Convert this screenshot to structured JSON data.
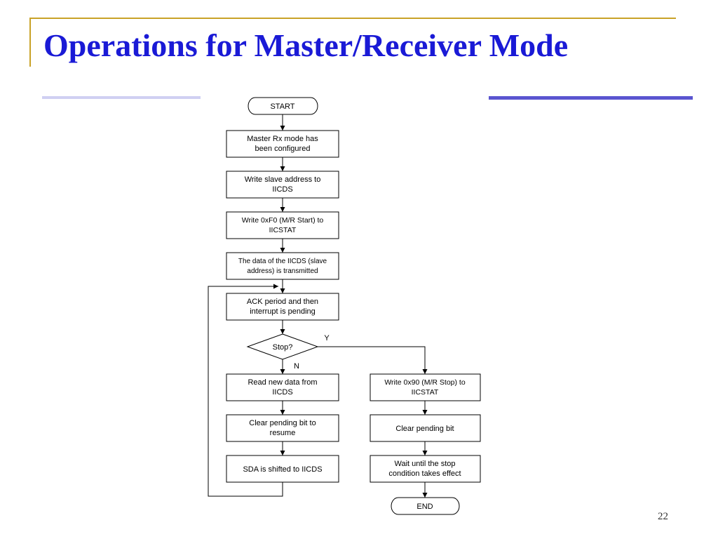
{
  "slide": {
    "title": "Operations for Master/Receiver Mode",
    "number": "22",
    "colors": {
      "title": "#1a1ad6",
      "frame": "#c9a227",
      "rule_light": "#d0d0f2",
      "rule_dark": "#5a55d0"
    }
  },
  "flowchart": {
    "start": "START",
    "end": "END",
    "steps": {
      "configured": [
        "Master Rx mode has",
        "been configured"
      ],
      "write_addr": [
        "Write slave address to",
        "IICDS"
      ],
      "write_f0": [
        "Write 0xF0 (M/R Start) to",
        "IICSTAT"
      ],
      "transmitted": [
        "The data of the IICDS (slave",
        "address) is transmitted"
      ],
      "ack": [
        "ACK period and then",
        "interrupt is pending"
      ],
      "read": [
        "Read new data from",
        "IICDS"
      ],
      "clear_resume": [
        "Clear pending bit to",
        "resume"
      ],
      "sda": [
        "SDA is shifted to IICDS"
      ],
      "write_90": [
        "Write 0x90 (M/R Stop) to",
        "IICSTAT"
      ],
      "clear_pending": [
        "Clear pending bit"
      ],
      "wait": [
        "Wait until the stop",
        "condition takes effect"
      ]
    },
    "decision": {
      "label": "Stop?",
      "yes": "Y",
      "no": "N"
    }
  }
}
